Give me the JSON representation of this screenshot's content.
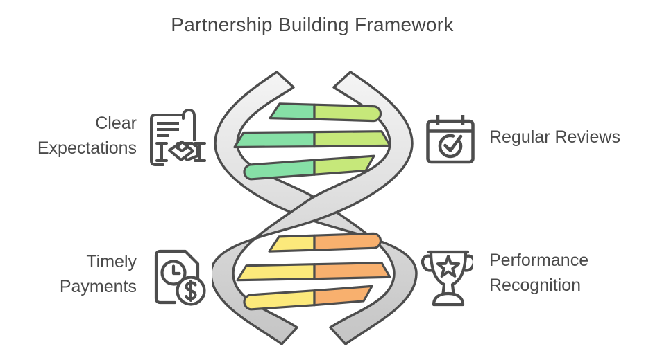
{
  "title": "Partnership Building Framework",
  "quadrants": {
    "top_left": {
      "line1": "Clear",
      "line2": "Expectations",
      "icon": "contract-handshake"
    },
    "top_right": {
      "line1": "Regular Reviews",
      "icon": "calendar-check"
    },
    "bottom_left": {
      "line1": "Timely",
      "line2": "Payments",
      "icon": "document-clock-dollar"
    },
    "bottom_right": {
      "line1": "Performance",
      "line2": "Recognition",
      "icon": "trophy-star"
    }
  },
  "dna": {
    "top_rung_count": 3,
    "bottom_rung_count": 3,
    "colors": {
      "top_left_half": "#86e0a6",
      "top_right_half": "#c6e87a",
      "bottom_left_half": "#fce97b",
      "bottom_right_half": "#f8b06e",
      "strand_light": "#f6f6f6",
      "strand_dark": "#c2c2c2",
      "outline": "#4d4d4d"
    }
  },
  "colors": {
    "text": "#4a4a4a",
    "background": "#ffffff",
    "line_art": "#4d4d4d"
  }
}
